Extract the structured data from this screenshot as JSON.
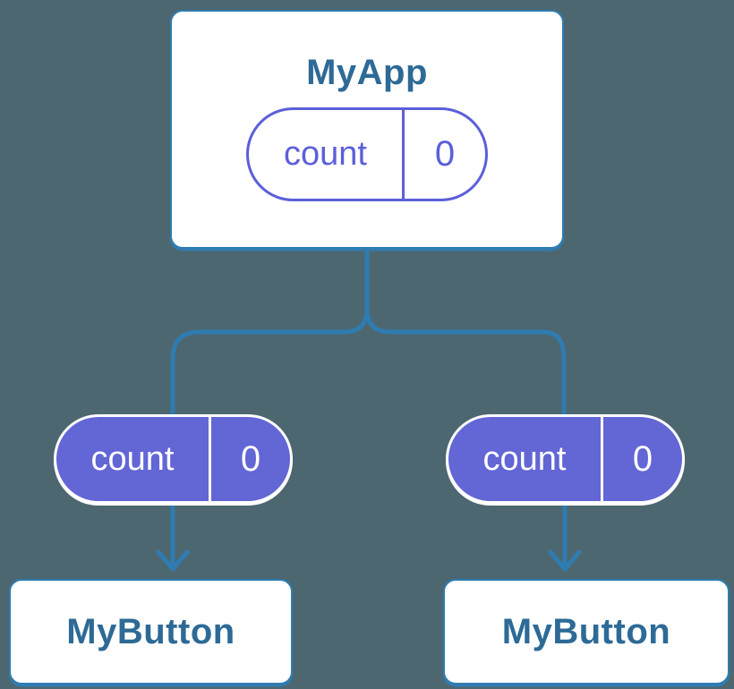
{
  "colors": {
    "background": "#4D6771",
    "connector": "#2E7CB1",
    "label_text": "#2D6A96",
    "pill_fill": "#6366D5",
    "pill_outline": "#5C5FD9",
    "card_fill": "#FFFFFF",
    "pill_text_light": "#FFFFFF"
  },
  "diagram": {
    "root": {
      "title": "MyApp",
      "state": {
        "label": "count",
        "value": "0"
      }
    },
    "children": [
      {
        "title": "MyButton",
        "prop": {
          "label": "count",
          "value": "0"
        }
      },
      {
        "title": "MyButton",
        "prop": {
          "label": "count",
          "value": "0"
        }
      }
    ]
  }
}
